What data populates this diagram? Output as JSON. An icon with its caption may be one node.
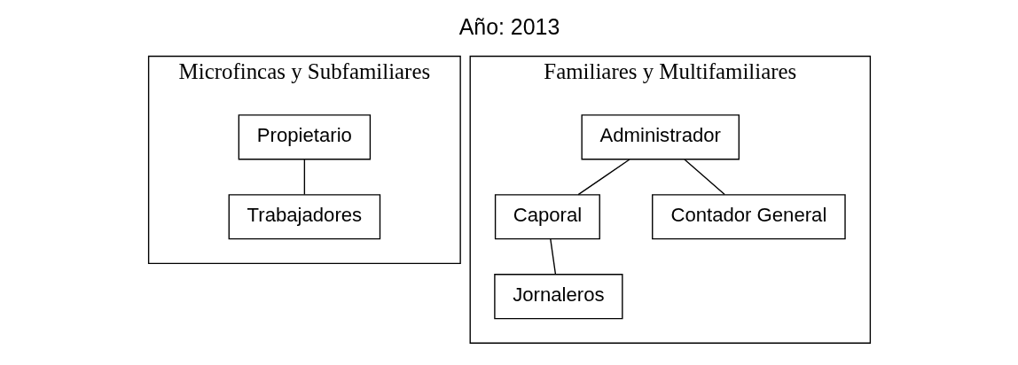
{
  "diagram": {
    "title": "Año: 2013",
    "nodes": [
      {
        "text": [
          "Microfincas y Subfamiliares"
        ]
      },
      {
        "text": [
          "Propietario"
        ],
        "in": 0
      },
      {
        "text": [
          "Trabajadores"
        ],
        "in": 0
      },
      {
        "text": [
          "Familiares y Multifamiliares"
        ]
      },
      {
        "text": [
          "Administrador"
        ],
        "in": 3
      },
      {
        "text": [
          "Caporal"
        ],
        "in": 3
      },
      {
        "text": [
          "Contador General"
        ],
        "in": 3
      },
      {
        "text": [
          "Jornaleros"
        ],
        "in": 3
      }
    ],
    "edges": [
      {
        "from": 1,
        "to": 2,
        "arrow": "none"
      },
      {
        "from": 4,
        "to": 5,
        "arrow": "none"
      },
      {
        "from": 4,
        "to": 6,
        "arrow": "none"
      },
      {
        "from": 5,
        "to": 7,
        "arrow": "none"
      }
    ]
  }
}
